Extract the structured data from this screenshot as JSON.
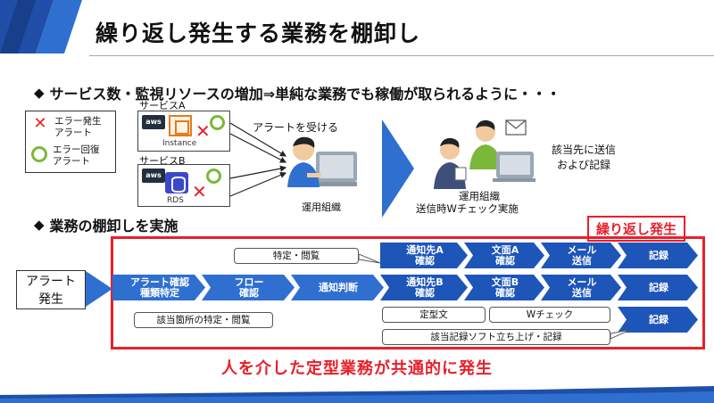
{
  "title": "繰り返し発生する業務を棚卸し",
  "bullet1": "サービス数・監視リソースの増加⇒単純な業務でも稼働が取られるように・・・",
  "bullet2": "業務の棚卸しを実施",
  "legend": {
    "alert_occur": "エラー発生\nアラート",
    "alert_recover": "エラー回復\nアラート"
  },
  "service_a": {
    "label": "サービスA",
    "aws": "aws",
    "caption": "Instance"
  },
  "service_b": {
    "label": "サービスB",
    "aws": "aws",
    "caption": "RDS"
  },
  "receive_alert": "アラートを受ける",
  "ops_team_left": "運用組織",
  "ops_team_right": "運用組織",
  "double_check_send": "送信時Wチェック実施",
  "send_and_record": "該当先に送信\nおよび記録",
  "repeat_label": "繰り返し発生",
  "alert_start": "アラート\n発生",
  "flow_main": [
    "アラート確認\n種類特定",
    "フロー\n確認",
    "通知判断",
    "通知先B\n確認",
    "文面B\n確認",
    "メール\n送信",
    "記録"
  ],
  "flow_top": [
    "通知先A\n確認",
    "文面A\n確認",
    "メール\n送信",
    "記録"
  ],
  "flow_bottom_record": "記録",
  "callouts": {
    "identify_view": "特定・閲覧",
    "target_identify": "該当箇所の特定・閲覧",
    "template": "定型文",
    "w_check": "Wチェック",
    "record_software": "該当記録ソフト立ち上げ・記録"
  },
  "conclusion": "人を介した定型業務が共通的に発生",
  "colors": {
    "accent_blue": "#2f6fd0",
    "alert_red": "#e8202a",
    "recover_green": "#7ab83a"
  }
}
